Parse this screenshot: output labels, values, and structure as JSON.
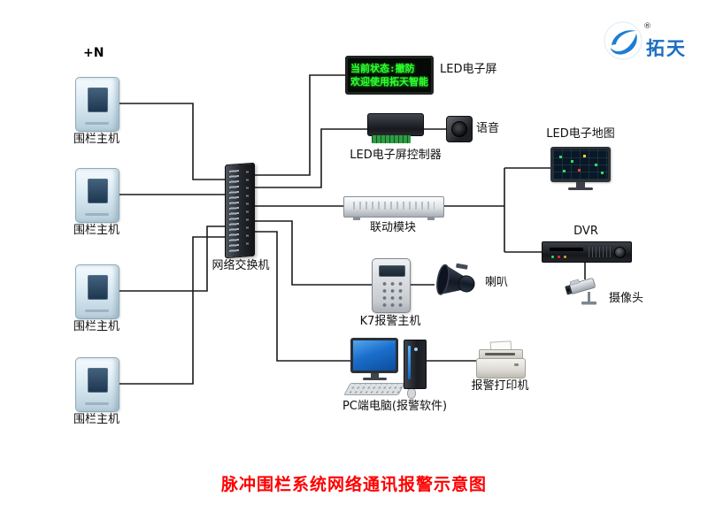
{
  "title": "脉冲围栏系统网络通讯报警示意图",
  "annotations": {
    "plus_n": "+N"
  },
  "logo": {
    "brand": "拓天",
    "registered": "®"
  },
  "devices": {
    "fence_hosts": [
      {
        "label": "围栏主机"
      },
      {
        "label": "围栏主机"
      },
      {
        "label": "围栏主机"
      },
      {
        "label": "围栏主机"
      }
    ],
    "network_switch": {
      "label": "网络交换机"
    },
    "led_screen": {
      "label": "LED电子屏",
      "display_line1": "当前状态:撤防",
      "display_line2": "欢迎使用拓天智能"
    },
    "led_controller": {
      "label": "LED电子屏控制器"
    },
    "voice_speaker": {
      "label": "语音"
    },
    "linkage_module": {
      "label": "联动模块"
    },
    "led_map": {
      "label": "LED电子地图"
    },
    "dvr": {
      "label": "DVR"
    },
    "camera": {
      "label": "摄像头"
    },
    "k7_alarm_host": {
      "label": "K7报警主机"
    },
    "horn": {
      "label": "喇叭"
    },
    "pc": {
      "label": "PC端电脑(报警软件)"
    },
    "printer": {
      "label": "报警打印机"
    }
  },
  "colors": {
    "led_text": "#2dff2d",
    "title": "#fe0000",
    "wire": "#1a1a1a",
    "logo_blue": "#1b6ec2"
  }
}
